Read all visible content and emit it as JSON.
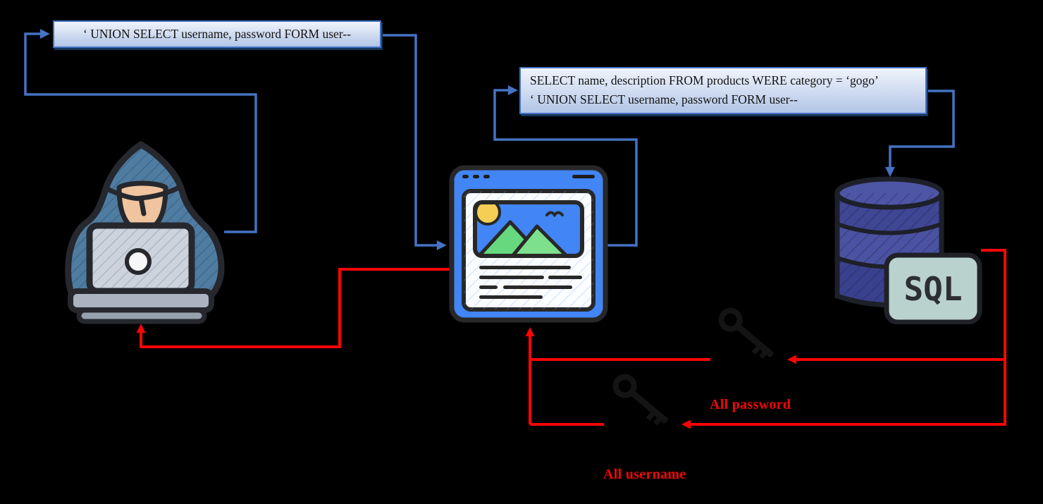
{
  "diagram": {
    "title_hint": "SQL injection attack flow diagram",
    "background": "#000000"
  },
  "queries": {
    "hacker_query": "‘ UNION SELECT username, password FORM user--",
    "server_query_line1": "SELECT name, description FROM products WERE category = ‘gogo’",
    "server_query_line2": "‘ UNION SELECT username, password FORM user--"
  },
  "labels": {
    "all_password": "All password",
    "all_username": "All username"
  },
  "database": {
    "label": "SQL"
  },
  "icons": {
    "hacker": "hooded hacker with laptop",
    "browser": "web page with image and text lines",
    "database": "stacked database cylinder",
    "sql_badge": "SQL label plate",
    "key_password": "black key at password arrow",
    "key_username": "black key at username arrow"
  },
  "colors": {
    "connector_blue": "#4472c4",
    "connector_red": "#f70505",
    "box_border": "#4472c4",
    "box_fill_top": "#f0f4fb",
    "box_fill_bottom": "#b1c5e7",
    "label_red": "#f20606",
    "browser_blue": "#4285f4",
    "db_indigo": "#3f4694",
    "sql_plate": "#b9d2ce",
    "hoodie_blue": "#4f7ca1",
    "skin": "#f0c49e"
  }
}
